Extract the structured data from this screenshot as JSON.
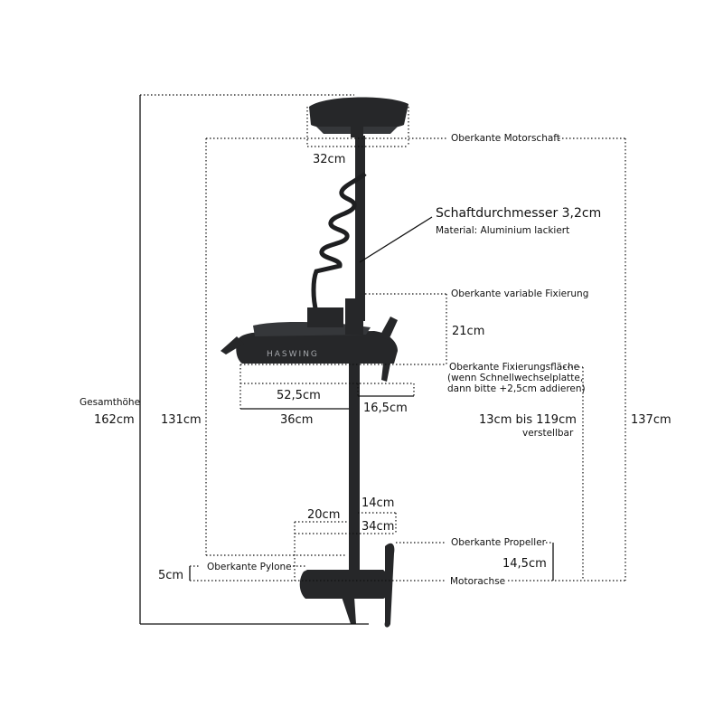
{
  "labels": {
    "oberkante_motorschaft": "Oberkante Motorschaft",
    "w_head": "32cm",
    "schaftdurchmesser": "Schaftdurchmesser 3,2cm",
    "material": "Material: Aluminium lackiert",
    "oberkante_variable": "Oberkante variable Fixierung",
    "h_fix": "21cm",
    "oberkante_flaeche": "Oberkante Fixierungsfläche",
    "schnell_1": "(wenn Schnellwechselplatte,",
    "schnell_2": "dann bitte +2,5cm addieren)",
    "w_525": "52,5cm",
    "w_36": "36cm",
    "w_165": "16,5cm",
    "gesamthoehe": "Gesamthöhe",
    "h_162": "162cm",
    "h_131": "131cm",
    "h_range": "13cm bis 119cm",
    "verstellbar": "verstellbar",
    "h_137": "137cm",
    "w_14": "14cm",
    "w_20": "20cm",
    "w_34": "34cm",
    "oberkante_propeller": "Oberkante Propeller",
    "h_145": "14,5cm",
    "oberkante_pylone": "Oberkante Pylone",
    "h_5": "5cm",
    "motorachse": "Motorachse",
    "brand": "HASWING"
  },
  "colors": {
    "motor": "#262729",
    "line": "#111111"
  }
}
